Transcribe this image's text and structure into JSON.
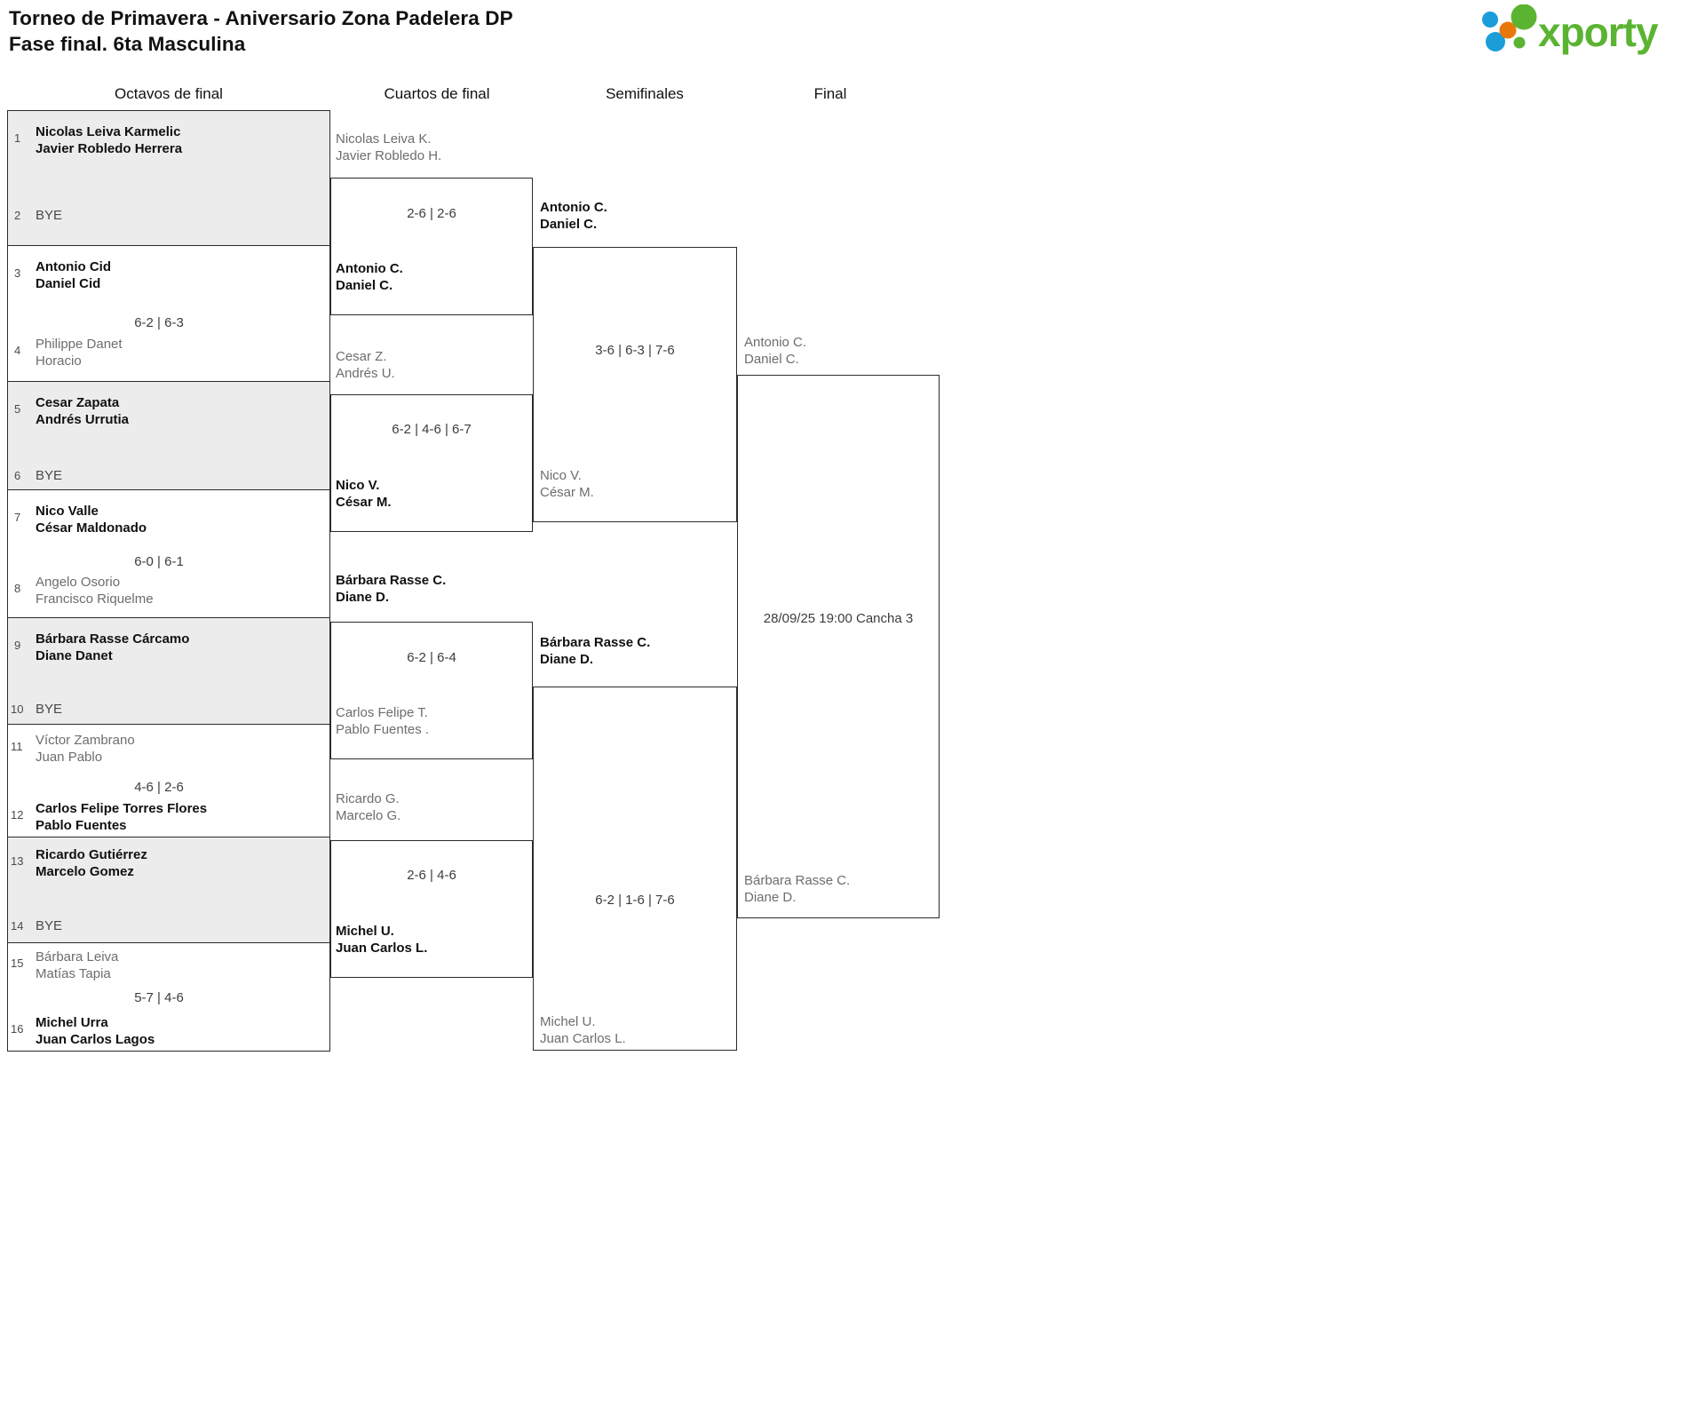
{
  "header": {
    "title_line1": "Torneo de Primavera - Aniversario Zona Padelera DP",
    "title_line2": "Fase final. 6ta Masculina",
    "logo_text": "xporty",
    "logo_colors": {
      "green": "#5bb431",
      "blue": "#1b9dd9",
      "orange": "#e8780c"
    }
  },
  "rounds": [
    {
      "id": "r16",
      "label": "Octavos de final"
    },
    {
      "id": "qf",
      "label": "Cuartos de final"
    },
    {
      "id": "sf",
      "label": "Semifinales"
    },
    {
      "id": "final",
      "label": "Final"
    }
  ],
  "round16": [
    {
      "seed": "1",
      "p1": "Nicolas Leiva Karmelic",
      "p2": "Javier Robledo Herrera",
      "state": "win"
    },
    {
      "seed": "2",
      "p1": "BYE",
      "p2": "",
      "state": "bye"
    },
    {
      "seed": "3",
      "p1": "Antonio Cid",
      "p2": "Daniel Cid",
      "state": "win"
    },
    {
      "seed": "4",
      "p1": "Philippe Danet",
      "p2": "Horacio",
      "state": "lose"
    },
    {
      "seed": "5",
      "p1": "Cesar Zapata",
      "p2": "Andrés Urrutia",
      "state": "win"
    },
    {
      "seed": "6",
      "p1": "BYE",
      "p2": "",
      "state": "bye"
    },
    {
      "seed": "7",
      "p1": "Nico Valle",
      "p2": "César Maldonado",
      "state": "win"
    },
    {
      "seed": "8",
      "p1": "Angelo Osorio",
      "p2": "Francisco Riquelme",
      "state": "lose"
    },
    {
      "seed": "9",
      "p1": "Bárbara Rasse Cárcamo",
      "p2": "Diane Danet",
      "state": "win"
    },
    {
      "seed": "10",
      "p1": "BYE",
      "p2": "",
      "state": "bye"
    },
    {
      "seed": "11",
      "p1": "Víctor Zambrano",
      "p2": "Juan Pablo",
      "state": "lose"
    },
    {
      "seed": "12",
      "p1": "Carlos Felipe Torres Flores",
      "p2": "Pablo Fuentes",
      "state": "win"
    },
    {
      "seed": "13",
      "p1": "Ricardo Gutiérrez",
      "p2": "Marcelo Gomez",
      "state": "win"
    },
    {
      "seed": "14",
      "p1": "BYE",
      "p2": "",
      "state": "bye"
    },
    {
      "seed": "15",
      "p1": "Bárbara Leiva",
      "p2": "Matías Tapia",
      "state": "lose"
    },
    {
      "seed": "16",
      "p1": "Michel Urra",
      "p2": "Juan Carlos Lagos",
      "state": "win"
    }
  ],
  "round16_scores": [
    {
      "id": "m2",
      "value": "6-2 | 6-3"
    },
    {
      "id": "m4",
      "value": "6-0 | 6-1"
    },
    {
      "id": "m6",
      "value": "4-6 | 2-6"
    },
    {
      "id": "m8",
      "value": "5-7 | 4-6"
    }
  ],
  "quarters": [
    {
      "id": "qf1",
      "top": {
        "p1": "Nicolas Leiva K.",
        "p2": "Javier Robledo H.",
        "state": "lose"
      },
      "bottom": {
        "p1": "Antonio C.",
        "p2": "Daniel C.",
        "state": "win"
      },
      "score": "2-6 | 2-6"
    },
    {
      "id": "qf2",
      "top": {
        "p1": "Cesar Z.",
        "p2": "Andrés U.",
        "state": "lose"
      },
      "bottom": {
        "p1": "Nico V.",
        "p2": "César M.",
        "state": "win"
      },
      "score": "6-2 | 4-6 | 6-7"
    },
    {
      "id": "qf3",
      "top": {
        "p1": "Bárbara Rasse C.",
        "p2": "Diane D.",
        "state": "win"
      },
      "bottom": {
        "p1": "Carlos Felipe T.",
        "p2": "Pablo Fuentes .",
        "state": "lose"
      },
      "score": "6-2 | 6-4"
    },
    {
      "id": "qf4",
      "top": {
        "p1": "Ricardo G.",
        "p2": "Marcelo G.",
        "state": "lose"
      },
      "bottom": {
        "p1": "Michel U.",
        "p2": "Juan Carlos L.",
        "state": "win"
      },
      "score": "2-6 | 4-6"
    }
  ],
  "semis": [
    {
      "id": "sf1",
      "top": {
        "p1": "Antonio C.",
        "p2": "Daniel C.",
        "state": "win"
      },
      "bottom": {
        "p1": "Nico V.",
        "p2": "César M.",
        "state": "lose"
      },
      "score": "3-6 | 6-3 | 7-6"
    },
    {
      "id": "sf2",
      "top": {
        "p1": "Bárbara Rasse C.",
        "p2": "Diane D.",
        "state": "win"
      },
      "bottom": {
        "p1": "Michel U.",
        "p2": "Juan Carlos L.",
        "state": "lose"
      },
      "score": "6-2 | 1-6 | 7-6"
    }
  ],
  "final": {
    "top": {
      "p1": "Antonio C.",
      "p2": "Daniel C.",
      "state": "lose"
    },
    "bottom": {
      "p1": "Bárbara Rasse C.",
      "p2": "Diane D.",
      "state": "lose"
    },
    "schedule": "28/09/25 19:00 Cancha 3"
  }
}
